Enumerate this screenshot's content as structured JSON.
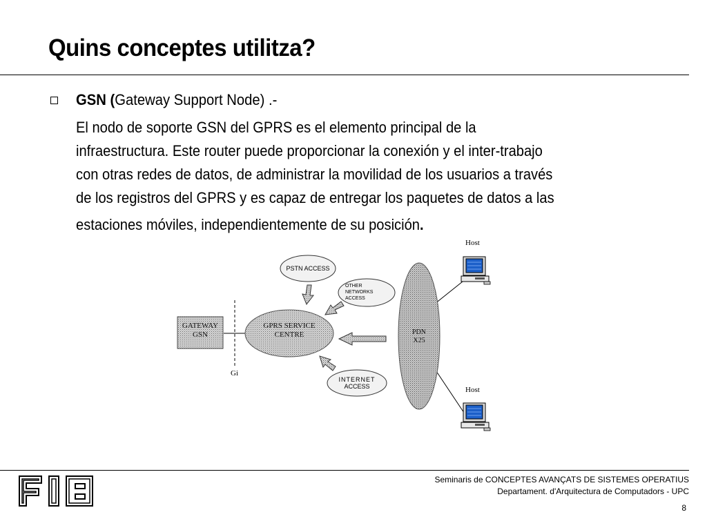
{
  "slide": {
    "title": "Quins conceptes utilitza?",
    "bullet": {
      "term": "GSN (",
      "term_expansion": "Gateway Support Node)  .-",
      "lines": [
        "El nodo de soporte GSN del GPRS es el elemento principal de la",
        "infraestructura. Este router puede proporcionar la conexión y el inter-trabajo",
        "con otras redes de datos, de administrar la movilidad de los usuarios a través",
        "de los registros del GPRS y es capaz de entregar los paquetes de datos a las",
        "estaciones móviles, independientemente de su posición"
      ],
      "final_period": "."
    }
  },
  "diagram": {
    "gateway_gsn": [
      "GATEWAY",
      "GSN"
    ],
    "gprs_service_centre": [
      "GPRS SERVICE",
      "CENTRE"
    ],
    "pstn_access": "PSTN ACCESS",
    "other_networks_access": [
      "OTHER",
      "NETWORKS",
      "ACCESS"
    ],
    "internet_access": [
      "INTERNET",
      "ACCESS"
    ],
    "pdn": [
      "PDN",
      "X25"
    ],
    "gi_label": "Gi",
    "host_top": "Host",
    "host_bottom": "Host"
  },
  "footer": {
    "logo": "FIB",
    "line1": "Seminaris de CONCEPTES AVANÇATS DE SISTEMES OPERATIUS",
    "line2": "Departament.  d'Arquitectura de Computadors - UPC",
    "page_number": "8"
  }
}
